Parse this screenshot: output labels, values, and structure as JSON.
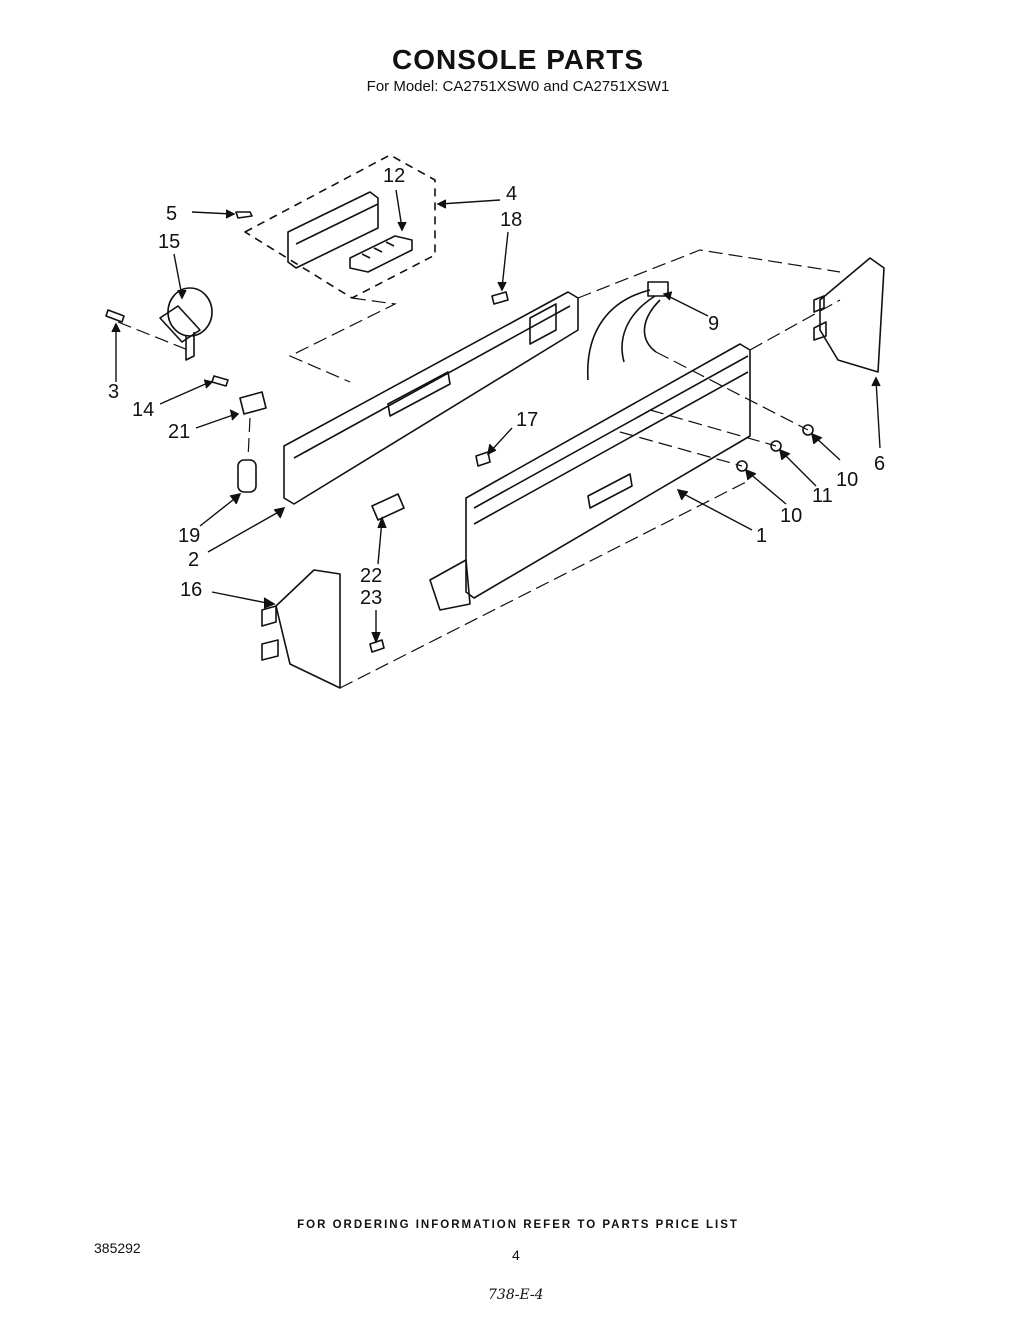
{
  "header": {
    "title": "CONSOLE PARTS",
    "subtitle": "For Model: CA2751XSW0 and CA2751XSW1"
  },
  "callouts": [
    "5",
    "12",
    "4",
    "18",
    "15",
    "9",
    "3",
    "14",
    "21",
    "17",
    "10",
    "6",
    "11",
    "10",
    "1",
    "19",
    "2",
    "22",
    "23",
    "16"
  ],
  "footer": {
    "note": "FOR ORDERING INFORMATION REFER TO PARTS PRICE LIST",
    "doc_number": "385292",
    "page_number": "4",
    "handwritten": "738-E-4"
  }
}
